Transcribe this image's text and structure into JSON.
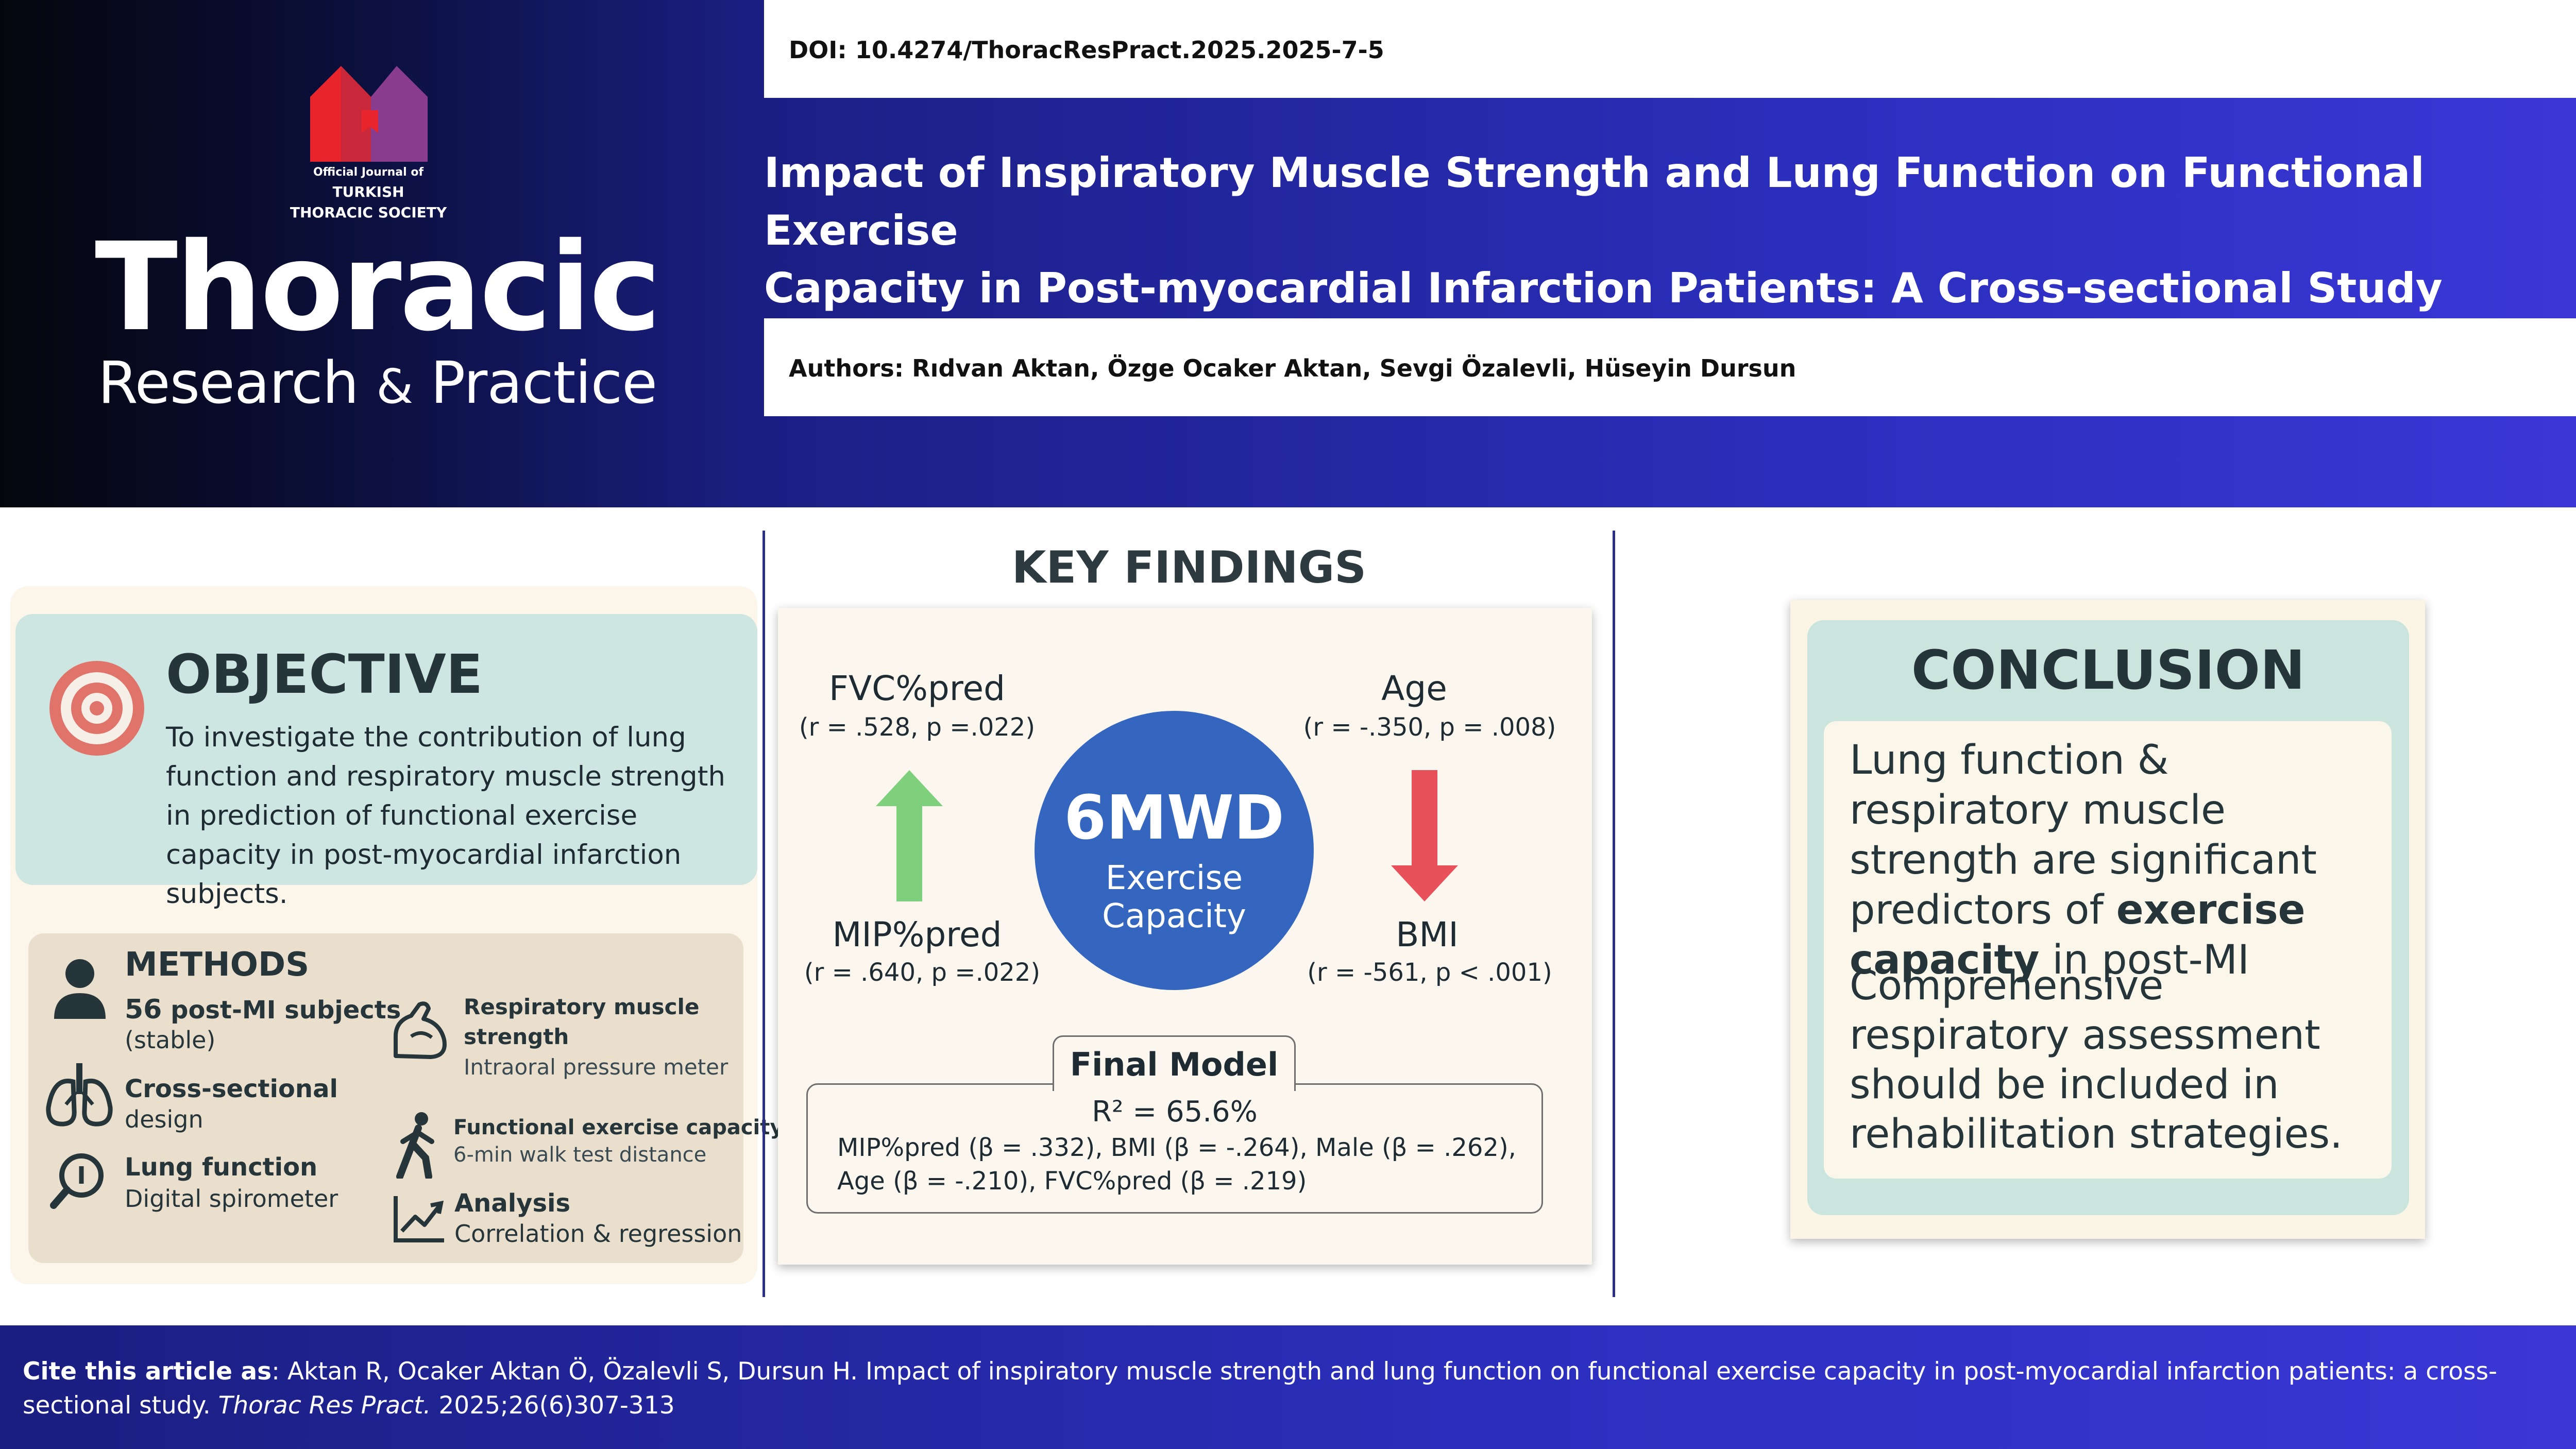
{
  "header": {
    "journal_small": [
      "Official Journal of",
      "TURKISH",
      "THORACIC SOCIETY"
    ],
    "journal_name": "Thoracic",
    "journal_sub_a": "Research",
    "journal_sub_amp": "&",
    "journal_sub_b": "Practice",
    "doi": "DOI: 10.4274/ThoracResPract.2025.2025-7-5",
    "title_line1": "Impact of Inspiratory Muscle Strength and Lung Function on Functional Exercise",
    "title_line2": "Capacity in Post-myocardial Infarction Patients: A Cross-sectional Study",
    "authors": "Authors: Rıdvan Aktan, Özge Ocaker Aktan, Sevgi Özalevli, Hüseyin Dursun"
  },
  "objective": {
    "title": "OBJECTIVE",
    "body": "To investigate the contribution of lung function and respiratory muscle strength in prediction of functional exercise capacity in post-myocardial infarction subjects."
  },
  "methods": {
    "title": "METHODS",
    "subjects_number": "56",
    "subjects_label": " post-MI subjects",
    "subjects_note": "(stable)",
    "design_1": "Cross-sectional",
    "design_2": "design",
    "lung_title": "Lung function",
    "lung_sub": "Digital spirometer",
    "resp_title_1": "Respiratory muscle",
    "resp_title_2": "strength",
    "resp_sub": "Intraoral pressure meter",
    "exercise_title": "Functional exercise capacity",
    "exercise_sub": "6-min walk test distance",
    "analysis_title": "Analysis",
    "analysis_sub": "Correlation & regression"
  },
  "key_findings": {
    "title": "KEY FINDINGS",
    "fvc_label": "FVC%pred",
    "fvc_stat": "(r = .528, p =.022)",
    "age_label": "Age",
    "age_stat": "(r = -.350, p = .008)",
    "mip_label": "MIP%pred",
    "mip_stat": "(r = .640, p =.022)",
    "bmi_label": "BMI",
    "bmi_stat": "(r = -561, p <  .001)",
    "center_main": "6MWD",
    "center_sub1": "Exercise",
    "center_sub2": "Capacity",
    "model_title": "Final Model",
    "model_r2": "R² = 65.6%",
    "model_line1": "MIP%pred (β = .332), BMI (β = -.264), Male (β = .262),",
    "model_line2": "Age (β = -.210), FVC%pred (β = .219)",
    "colors": {
      "up_arrow": "#7fd07c",
      "down_arrow": "#e8505a",
      "circle": "#3466c0"
    }
  },
  "conclusion": {
    "title": "CONCLUSION",
    "p1_a": "Lung function & respiratory muscle strength are significant predictors of ",
    "p1_strong": "exercise capacity",
    "p1_b": " in post-MI",
    "p2": "Comprehensive respiratory assessment should be included in rehabilitation strategies."
  },
  "citation": {
    "lead": "Cite this article as",
    "body": ": Aktan R, Ocaker Aktan Ö, Özalevli S, Dursun H. Impact of inspiratory muscle strength and lung function on functional exercise capacity in post-myocardial infarction patients: a cross-sectional study. ",
    "journal": "Thorac Res Pract.",
    "tail": " 2025;26(6)307-313"
  }
}
